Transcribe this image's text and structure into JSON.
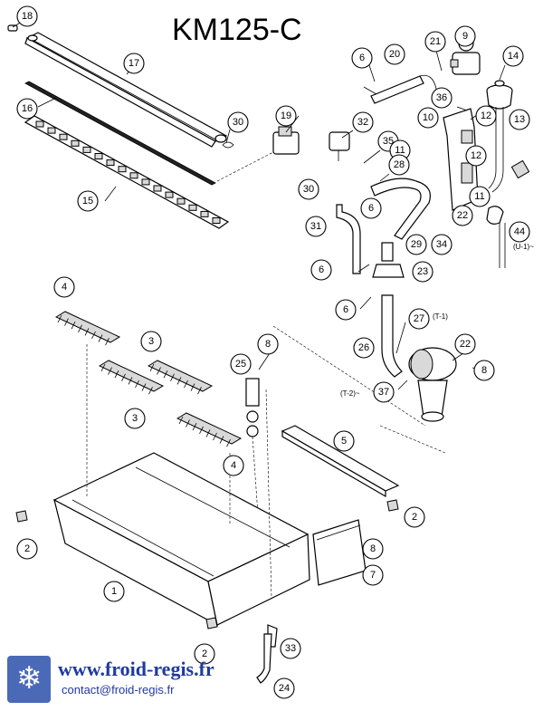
{
  "title": "KM125-C",
  "callouts": [
    {
      "id": "c18",
      "label": "18"
    },
    {
      "id": "c17",
      "label": "17"
    },
    {
      "id": "c16",
      "label": "16"
    },
    {
      "id": "c15",
      "label": "15"
    },
    {
      "id": "c30a",
      "label": "30"
    },
    {
      "id": "c19",
      "label": "19"
    },
    {
      "id": "c6a",
      "label": "6"
    },
    {
      "id": "c20",
      "label": "20"
    },
    {
      "id": "c21",
      "label": "21"
    },
    {
      "id": "c9",
      "label": "9"
    },
    {
      "id": "c14",
      "label": "14"
    },
    {
      "id": "c36",
      "label": "36"
    },
    {
      "id": "c10",
      "label": "10"
    },
    {
      "id": "c12a",
      "label": "12"
    },
    {
      "id": "c13",
      "label": "13"
    },
    {
      "id": "c12b",
      "label": "12"
    },
    {
      "id": "c32",
      "label": "32"
    },
    {
      "id": "c35",
      "label": "35"
    },
    {
      "id": "c11a",
      "label": "11"
    },
    {
      "id": "c28",
      "label": "28"
    },
    {
      "id": "c30b",
      "label": "30"
    },
    {
      "id": "c6b",
      "label": "6"
    },
    {
      "id": "c31",
      "label": "31"
    },
    {
      "id": "c22a",
      "label": "22"
    },
    {
      "id": "c11b",
      "label": "11"
    },
    {
      "id": "c44",
      "label": "44"
    },
    {
      "id": "c34",
      "label": "34"
    },
    {
      "id": "c29",
      "label": "29"
    },
    {
      "id": "c6c",
      "label": "6"
    },
    {
      "id": "c23",
      "label": "23"
    },
    {
      "id": "c4a",
      "label": "4"
    },
    {
      "id": "c6d",
      "label": "6"
    },
    {
      "id": "c27",
      "label": "27"
    },
    {
      "id": "c3a",
      "label": "3"
    },
    {
      "id": "c8a",
      "label": "8"
    },
    {
      "id": "c26",
      "label": "26"
    },
    {
      "id": "c22b",
      "label": "22"
    },
    {
      "id": "c25",
      "label": "25"
    },
    {
      "id": "c8b",
      "label": "8"
    },
    {
      "id": "c37",
      "label": "37"
    },
    {
      "id": "c3b",
      "label": "3"
    },
    {
      "id": "c4b",
      "label": "4"
    },
    {
      "id": "c5",
      "label": "5"
    },
    {
      "id": "c2a",
      "label": "2"
    },
    {
      "id": "c2b",
      "label": "2"
    },
    {
      "id": "c8c",
      "label": "8"
    },
    {
      "id": "c1",
      "label": "1"
    },
    {
      "id": "c7",
      "label": "7"
    },
    {
      "id": "c2c",
      "label": "2"
    },
    {
      "id": "c33",
      "label": "33"
    },
    {
      "id": "c24",
      "label": "24"
    }
  ],
  "notes": {
    "u1": "(U-1)~",
    "t1": "(T-1)",
    "t2": "(T-2)~"
  },
  "footer": {
    "website": "www.froid-regis.fr",
    "contact": "contact@froid-regis.fr"
  }
}
